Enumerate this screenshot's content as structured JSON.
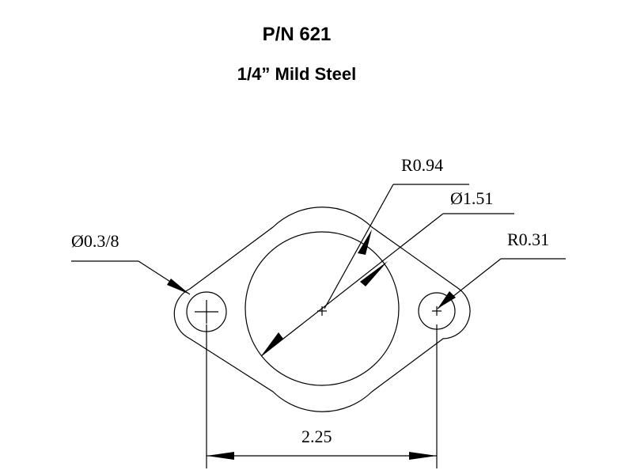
{
  "title": {
    "part_number": "P/N 621",
    "material": "1/4” Mild Steel"
  },
  "dimensions": {
    "outer_radius": "R0.94",
    "bore_diameter": "Ø1.51",
    "bolt_hole_diameter": "Ø0.3/8",
    "ear_radius": "R0.31",
    "hole_spacing": "2.25"
  },
  "colors": {
    "ink": "#000000",
    "background": "#ffffff"
  }
}
